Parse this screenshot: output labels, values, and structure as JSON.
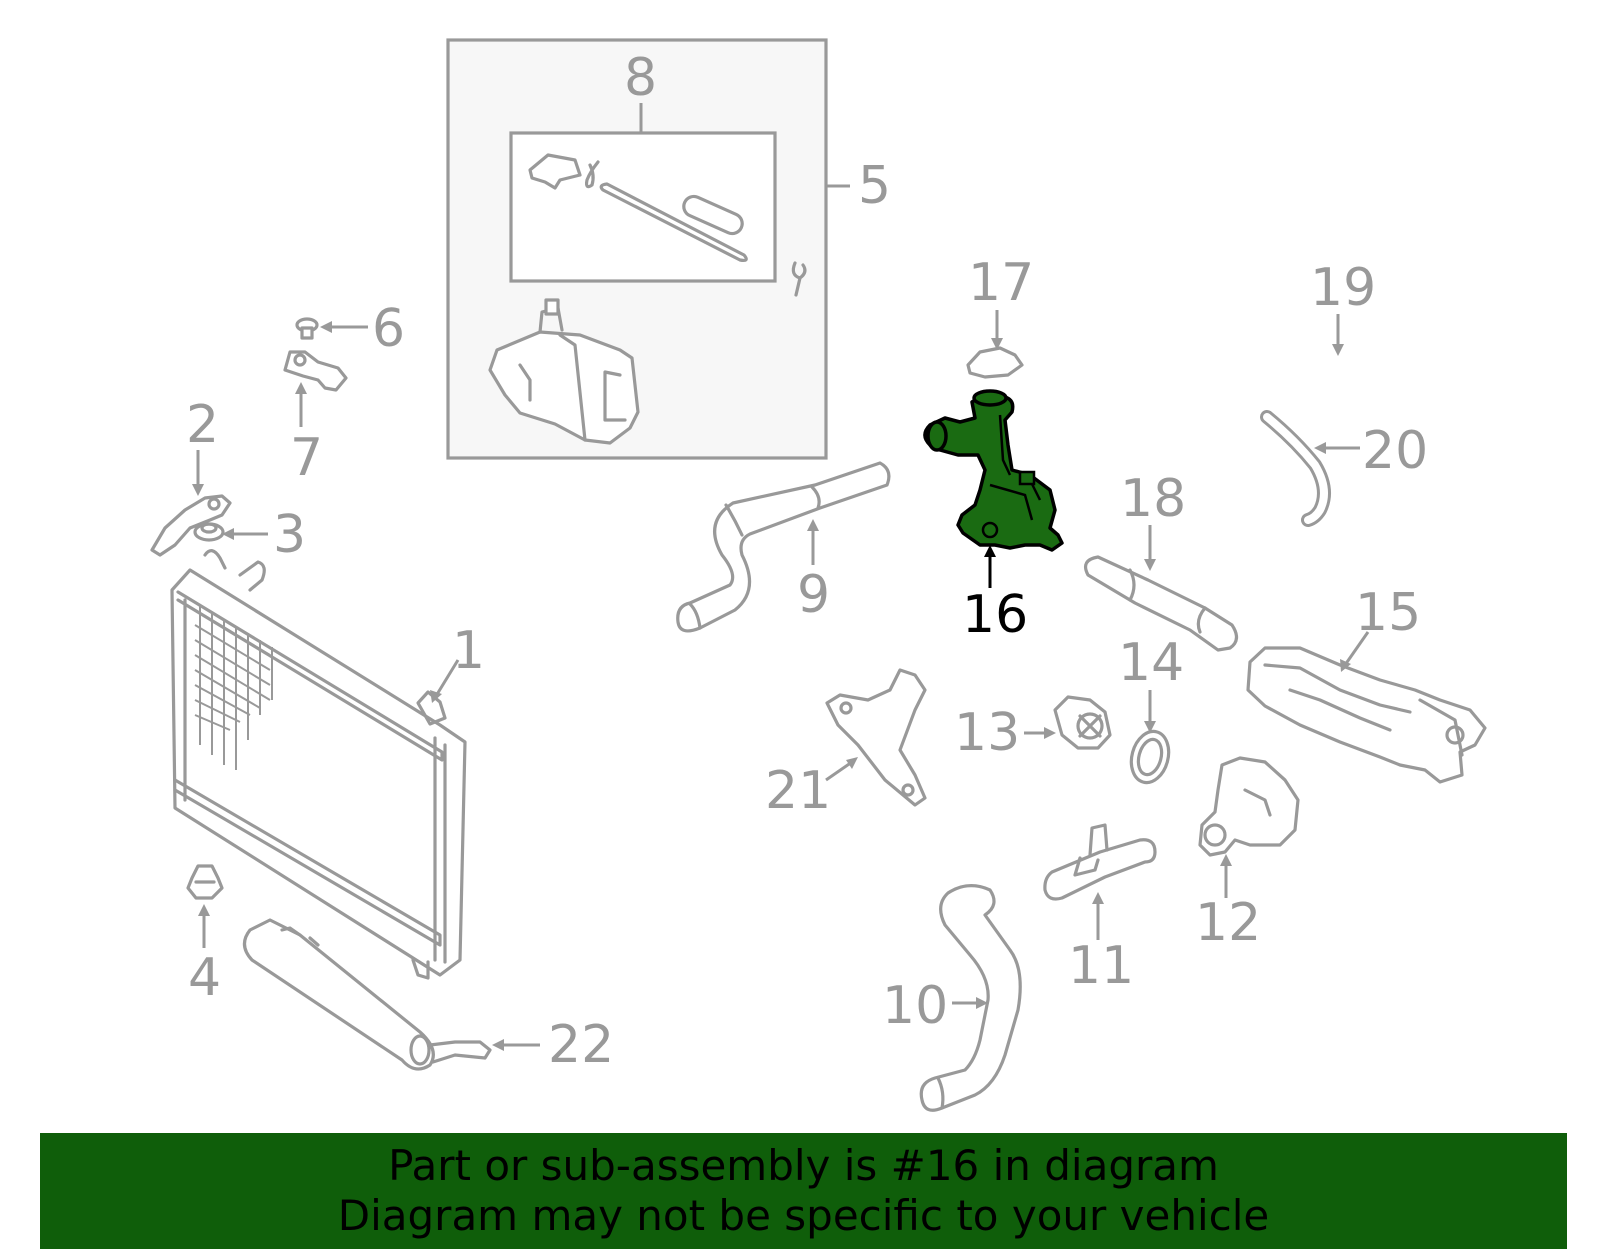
{
  "callouts": {
    "c1": "1",
    "c2": "2",
    "c3": "3",
    "c4": "4",
    "c5": "5",
    "c6": "6",
    "c7": "7",
    "c8": "8",
    "c9": "9",
    "c10": "10",
    "c11": "11",
    "c12": "12",
    "c13": "13",
    "c14": "14",
    "c15": "15",
    "c16": "16",
    "c17": "17",
    "c18": "18",
    "c19": "19",
    "c20": "20",
    "c21": "21",
    "c22": "22"
  },
  "highlighted_part": "16",
  "colors": {
    "line": "#999999",
    "highlight_fill": "#1a6b12",
    "highlight_outline": "#000000",
    "banner_bg": "#0f5e0a",
    "inset_bg": "#f7f7f7"
  },
  "banner": {
    "line1": "Part or sub-assembly is #16 in diagram",
    "line2": "Diagram may not be specific to your vehicle"
  }
}
